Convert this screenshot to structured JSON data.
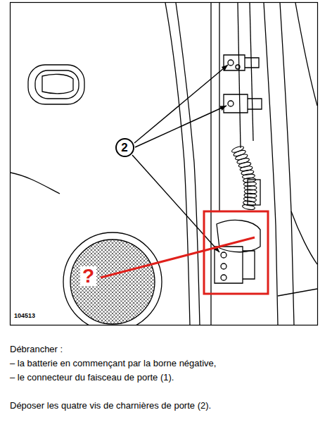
{
  "diagram": {
    "nodes": [
      {
        "text": [
          "2"
        ]
      }
    ],
    "labels": [
      "?",
      "104513",
      "Débrancher :",
      "– la batterie en commençant par la borne négative,",
      "– le connecteur du faisceau de porte (1).",
      "Déposer les quatre vis de charnières de porte (2)."
    ]
  }
}
